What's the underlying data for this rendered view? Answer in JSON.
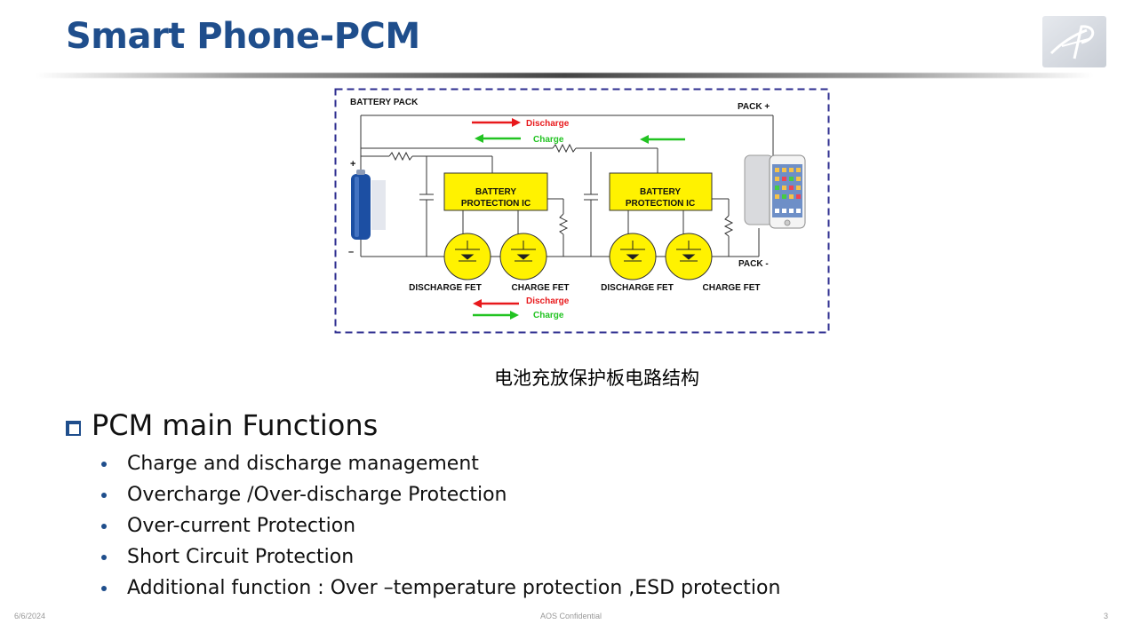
{
  "title": "Smart Phone-PCM",
  "diagram": {
    "battery_pack": "BATTERY PACK",
    "pack_plus": "PACK +",
    "pack_minus": "PACK -",
    "plus_sign": "+",
    "minus_sign": "–",
    "discharge_top": "Discharge",
    "charge_top": "Charge",
    "ic_1_line1": "BATTERY",
    "ic_1_line2": "PROTECTION IC",
    "ic_2_line1": "BATTERY",
    "ic_2_line2": "PROTECTION IC",
    "fet_labels": [
      "DISCHARGE FET",
      "CHARGE FET",
      "DISCHARGE FET",
      "CHARGE FET"
    ],
    "discharge_bottom": "Discharge",
    "charge_bottom": "Charge",
    "colors": {
      "border": "#2d2d8f",
      "ic": "#fff200",
      "discharge": "#e8191c",
      "charge": "#22c322",
      "battery": "#1c4fa3"
    }
  },
  "caption": "电池充放保护板电路结构",
  "section": {
    "heading": "PCM main Functions",
    "icon": "square-bullet-icon"
  },
  "functions": [
    "Charge and discharge management",
    "Overcharge /Over-discharge Protection",
    "Over-current Protection",
    "Short Circuit Protection",
    "Additional function : Over –temperature protection ,ESD protection"
  ],
  "footer": {
    "date": "6/6/2024",
    "confidential": "AOS Confidential",
    "page": "3"
  },
  "colors": {
    "title": "#1f4e8c",
    "bullet": "#1f4e8c"
  }
}
